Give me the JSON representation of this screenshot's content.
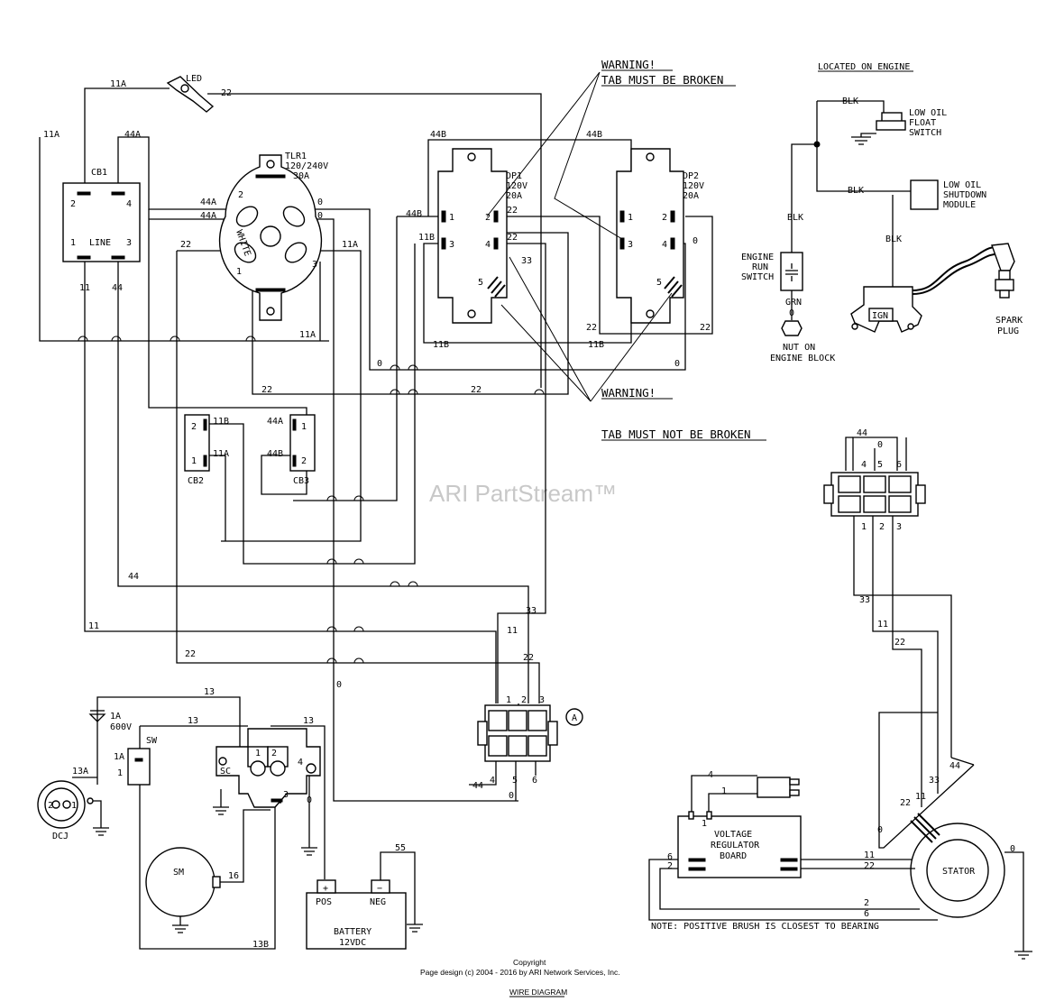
{
  "watermark": "ARI PartStream™",
  "warnings": {
    "top_line1": "WARNING!",
    "top_line2": "TAB MUST BE BROKEN",
    "bottom_line1": "WARNING!",
    "bottom_line2": "TAB MUST NOT BE BROKEN"
  },
  "components": {
    "led": "LED",
    "cb1": "CB1",
    "cb1_line": "LINE",
    "cb2": "CB2",
    "cb3": "CB3",
    "tlr1": [
      "TLR1",
      "120/240V",
      "30A"
    ],
    "tlr1_white": "WHITE",
    "dp1": [
      "DP1",
      "120V",
      "20A"
    ],
    "dp2": [
      "DP2",
      "120V",
      "20A"
    ],
    "located_on_engine": "LOCATED ON ENGINE",
    "low_oil_float_switch": [
      "LOW OIL",
      "FLOAT",
      "SWITCH"
    ],
    "low_oil_shutdown_module": [
      "LOW OIL",
      "SHUTDOWN",
      "MODULE"
    ],
    "engine_run_switch": [
      "ENGINE",
      "RUN",
      "SWITCH"
    ],
    "nut_on_engine_block": [
      "NUT ON",
      "ENGINE BLOCK"
    ],
    "spark_plug": [
      "SPARK",
      "PLUG"
    ],
    "ign": "IGN",
    "diode": [
      "1A",
      "600V"
    ],
    "sw": "SW",
    "sc": "SC",
    "sm": "SM",
    "dcj": "DCJ",
    "battery": [
      "BATTERY",
      "12VDC"
    ],
    "pos": "POS",
    "neg": "NEG",
    "pos_sign": "+",
    "neg_sign": "−",
    "voltage_regulator": [
      "VOLTAGE",
      "REGULATOR",
      "BOARD"
    ],
    "stator": "STATOR",
    "connector_a": "A"
  },
  "wire_labels": {
    "w11A": "11A",
    "w11B": "11B",
    "w44A": "44A",
    "w44B": "44B",
    "w11": "11",
    "w44": "44",
    "w22": "22",
    "w0": "0",
    "w33": "33",
    "w13": "13",
    "w13A": "13A",
    "w13B": "13B",
    "w16": "16",
    "w55": "55",
    "w1A": "1A",
    "w1": "1",
    "w2": "2",
    "w3": "3",
    "w4": "4",
    "w5": "5",
    "w6": "6",
    "blk": "BLK",
    "grn": "GRN"
  },
  "note": "NOTE: POSITIVE BRUSH IS CLOSEST TO BEARING",
  "footer": {
    "copyright": "Copyright",
    "page_design": "Page design (c) 2004 - 2016 by ARI Network Services, Inc.",
    "title": "WIRE DIAGRAM"
  }
}
